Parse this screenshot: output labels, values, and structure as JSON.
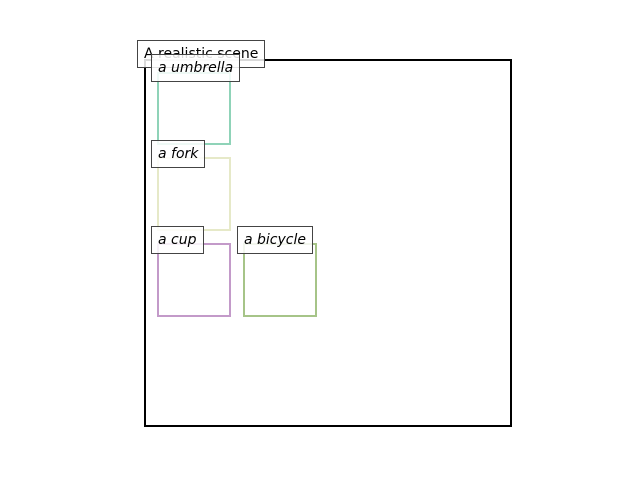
{
  "diagram": {
    "title": "A realistic scene",
    "objects": [
      {
        "label": "a umbrella",
        "color": "#8fd3b8"
      },
      {
        "label": "a fork",
        "color": "#e6e9c8"
      },
      {
        "label": "a cup",
        "color": "#c39ac9"
      },
      {
        "label": "a bicycle",
        "color": "#a6c488"
      }
    ]
  }
}
